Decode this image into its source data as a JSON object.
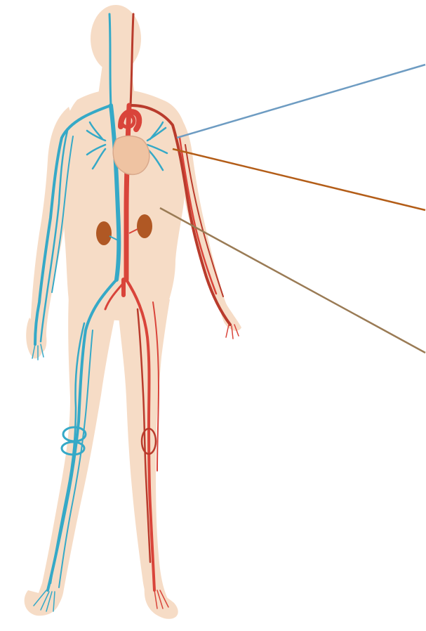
{
  "diagram": {
    "type": "anatomical illustration of human circulatory system with unlabeled callout lines",
    "labels": [],
    "colors": {
      "background": "#ffffff",
      "skin": "#f6dcc6",
      "skin_shadow": "#ebc7aa",
      "vein": "#35a9c7",
      "artery": "#d9443a",
      "artery_dark": "#b93b2c",
      "heart": "#efc3a2",
      "kidney": "#b05824",
      "callout_blue": "#6e9cc2",
      "callout_orange": "#b35d18",
      "callout_tan": "#9a7b55"
    },
    "callouts": [
      {
        "name": "callout-lungs",
        "color": "#6e9cc2"
      },
      {
        "name": "callout-heart",
        "color": "#b35d18"
      },
      {
        "name": "callout-abdomen",
        "color": "#9a7b55"
      }
    ]
  }
}
